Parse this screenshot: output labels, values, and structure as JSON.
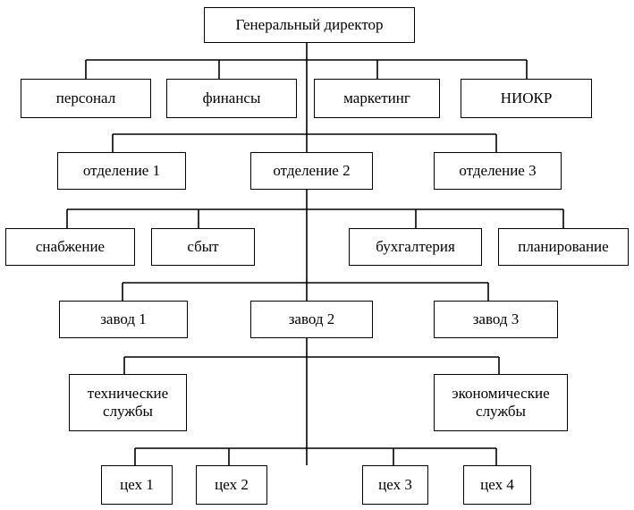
{
  "colors": {
    "line": "#000000",
    "box_border": "#000000",
    "background": "#ffffff"
  },
  "nodes": {
    "ceo": "Генеральный директор",
    "personnel": "персонал",
    "finance": "финансы",
    "marketing": "маркетинг",
    "rnd": "НИОКР",
    "division1": "отделение 1",
    "division2": "отделение 2",
    "division3": "отделение 3",
    "supply": "снабжение",
    "sales": "сбыт",
    "accounting": "бухгалтерия",
    "planning": "планирование",
    "plant1": "завод 1",
    "plant2": "завод 2",
    "plant3": "завод 3",
    "technical": "технические\nслужбы",
    "economic": "экономические\nслужбы",
    "shop1": "цех 1",
    "shop2": "цех 2",
    "shop3": "цех 3",
    "shop4": "цех 4"
  }
}
